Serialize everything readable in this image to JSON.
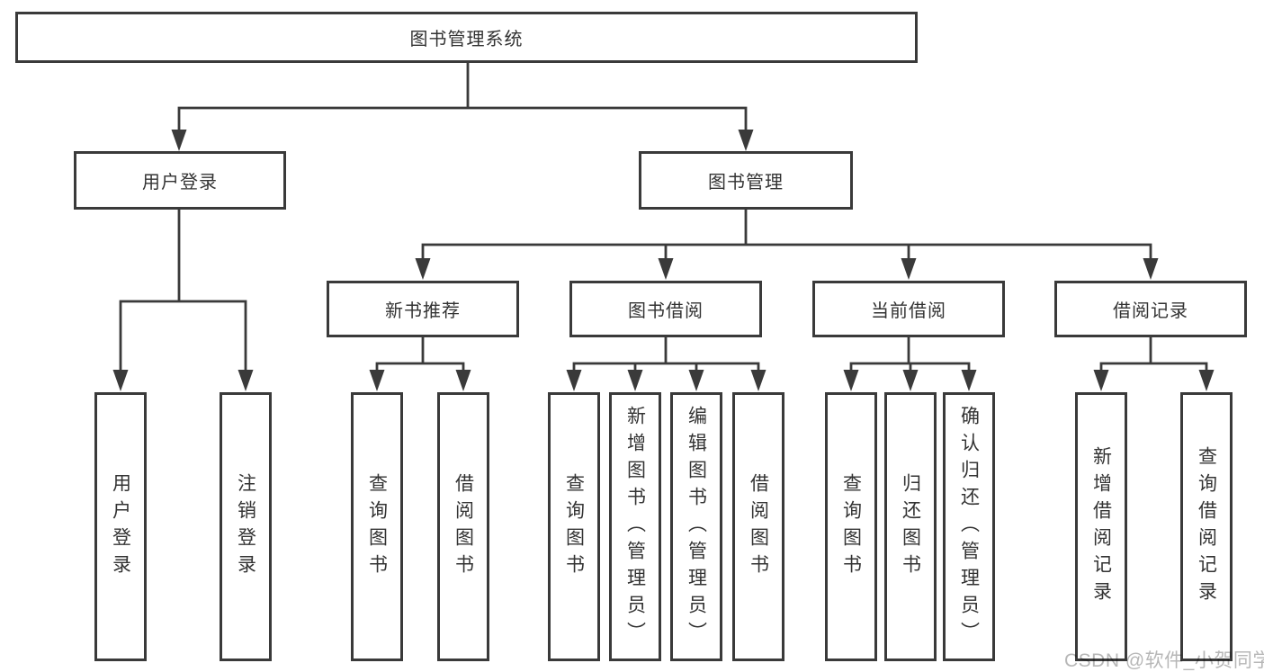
{
  "diagram": {
    "title": "图书管理系统",
    "root": {
      "label": "图书管理系统"
    },
    "level1": [
      {
        "label": "用户登录"
      },
      {
        "label": "图书管理"
      }
    ],
    "level2": [
      {
        "label": "新书推荐"
      },
      {
        "label": "图书借阅"
      },
      {
        "label": "当前借阅"
      },
      {
        "label": "借阅记录"
      }
    ],
    "leaves": [
      {
        "label": "用户登录"
      },
      {
        "label": "注销登录"
      },
      {
        "label": "查询图书"
      },
      {
        "label": "借阅图书"
      },
      {
        "label": "查询图书"
      },
      {
        "label": "新增图书（管理员）"
      },
      {
        "label": "编辑图书（管理员）"
      },
      {
        "label": "借阅图书"
      },
      {
        "label": "查询图书"
      },
      {
        "label": "归还图书"
      },
      {
        "label": "确认归还（管理员）"
      },
      {
        "label": "新增借阅记录"
      },
      {
        "label": "查询借阅记录"
      }
    ]
  },
  "watermark": {
    "text": "CSDN @软件_小贺同学"
  },
  "colors": {
    "line": "#3a3a3a",
    "text": "#333333",
    "watermark": "#b7b7b7",
    "background": "#ffffff"
  }
}
